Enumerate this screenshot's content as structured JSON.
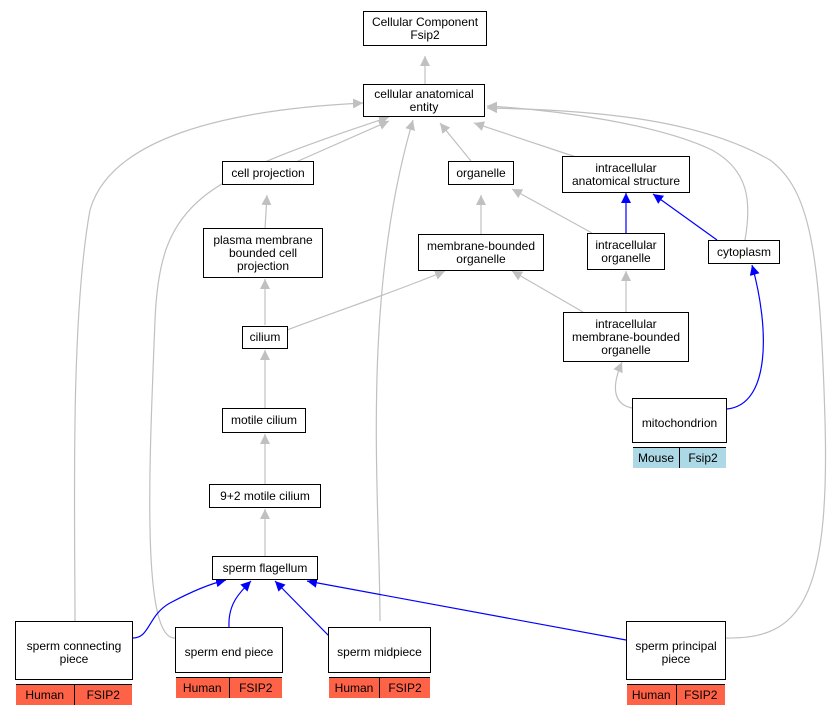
{
  "colors": {
    "edge_is_a": "#c0c0c0",
    "edge_part_of": "#0000ff",
    "human_tag": "#ff6347",
    "mouse_tag": "#add8e6"
  },
  "nodes": {
    "root": {
      "label": "Cellular Component\nFsip2"
    },
    "cae": {
      "label": "cellular anatomical\nentity"
    },
    "cellproj": {
      "label": "cell projection"
    },
    "organelle": {
      "label": "organelle"
    },
    "ias": {
      "label": "intracellular\nanatomical structure"
    },
    "pmbcp": {
      "label": "plasma membrane\nbounded cell\nprojection"
    },
    "mbo": {
      "label": "membrane-bounded\norganelle"
    },
    "io": {
      "label": "intracellular\norganelle"
    },
    "cytoplasm": {
      "label": "cytoplasm"
    },
    "cilium": {
      "label": "cilium"
    },
    "imbo": {
      "label": "intracellular\nmembrane-bounded\norganelle"
    },
    "mito": {
      "label": "mitochondrion",
      "species": "Mouse",
      "gene": "Fsip2"
    },
    "motile": {
      "label": "motile cilium"
    },
    "ninetwo": {
      "label": "9+2 motile cilium"
    },
    "flagellum": {
      "label": "sperm flagellum"
    },
    "connecting": {
      "label": "sperm connecting\npiece",
      "species": "Human",
      "gene": "FSIP2"
    },
    "endpiece": {
      "label": "sperm end piece",
      "species": "Human",
      "gene": "FSIP2"
    },
    "midpiece": {
      "label": "sperm midpiece",
      "species": "Human",
      "gene": "FSIP2"
    },
    "principal": {
      "label": "sperm principal\npiece",
      "species": "Human",
      "gene": "FSIP2"
    }
  }
}
